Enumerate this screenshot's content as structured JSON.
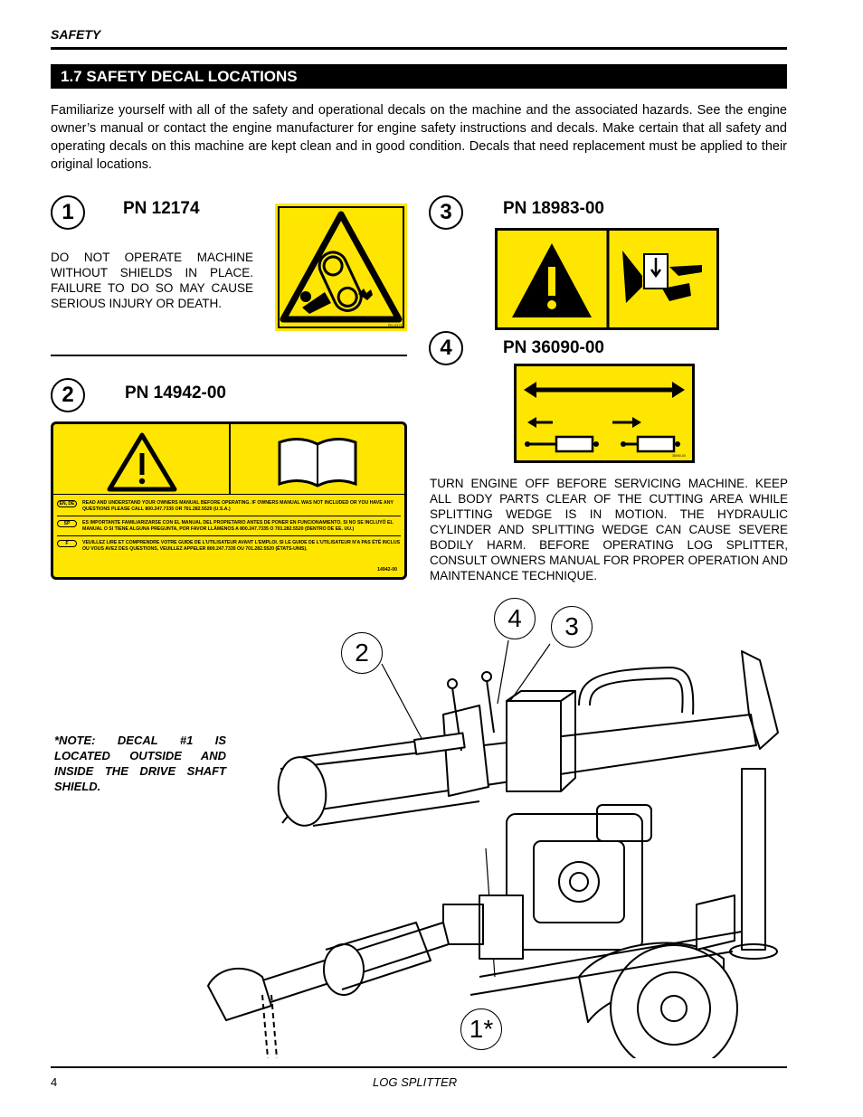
{
  "header": {
    "section_label": "SAFETY"
  },
  "section": {
    "title": "1.7   SAFETY DECAL LOCATIONS"
  },
  "intro": "Familiarize yourself with all of the safety and operational decals on the machine and the associated hazards.  See the engine owner’s manual or contact the engine manufacturer for engine safety instructions and decals.  Make certain that all safety and operating decals on this machine are kept clean and in good condition. Decals that need replacement must be applied to their original locations.",
  "decal1": {
    "num": "1",
    "pn": "PN 12174",
    "text": "DO NOT OPERATE MACHINE WITHOUT SHIELDS IN PLACE. FAILURE TO DO SO MAY CAUSE SERIOUS INJURY OR DEATH.",
    "tiny": "PN 12174"
  },
  "decal2": {
    "num": "2",
    "pn": "PN 14942-00",
    "rows": [
      {
        "code": "EN, DE",
        "text": "READ AND UNDERSTAND YOUR OWNERS MANUAL BEFORE OPERATING.  IF OWNERS MANUAL WAS NOT INCLUDED OR YOU HAVE ANY QUESTIONS PLEASE CALL 800.247.7335 OR 701.282.5520 (U.S.A.)"
      },
      {
        "code": "SP",
        "text": "ES IMPORTANTE FAMILIARIZARSE CON EL  MANUAL DEL PROPIETARIO  ANTES DE PONER EN FUNCIONAMIENTO. SI NO SE INCLUYÓ EL MANUAL O SI TIENE ALGUNA PREGUNTA, POR FAVOR LLÁMENOS A 800.247.7335 O 701.282.5520 (DENTRO DE EE. UU.)"
      },
      {
        "code": "F",
        "text": "VEUILLEZ LIRE ET COMPRENDRE VOTRE GUIDE DE L’UTILISATEUR AVANT L’EMPLOI. SI LE GUIDE DE L’UTILISATEUR N’A PAS ÉTÉ INCLUS OU VOUS AVEZ DES QUESTIONS, VEUILLEZ APPELER 800.247.7335 OU 701.282.5520 (ÉTATS-UNIS)."
      }
    ],
    "tiny": "14942-00"
  },
  "decal3": {
    "num": "3",
    "pn": "PN 18983-00"
  },
  "decal4": {
    "num": "4",
    "pn": "PN 36090-00",
    "tiny": "36090-00",
    "text": "TURN ENGINE OFF BEFORE SERVICING MACHINE. KEEP ALL BODY PARTS CLEAR OF THE CUTTING AREA WHILE SPLITTING WEDGE IS IN MOTION. THE HYDRAULIC CYLINDER AND SPLITTING WEDGE CAN CAUSE SEVERE BODILY HARM. BEFORE OPERATING LOG SPLITTER, CONSULT OWNERS MANUAL FOR PROPER OPERATION AND MAINTENANCE TECHNIQUE."
  },
  "note": "*NOTE: DECAL #1 IS LOCATED OUTSIDE AND INSIDE THE DRIVE SHAFT SHIELD.",
  "callouts": {
    "c2": "2",
    "c4": "4",
    "c3": "3",
    "c1": "1*"
  },
  "footer": {
    "page": "4",
    "title": "LOG SPLITTER"
  },
  "colors": {
    "decal_yellow": "#ffe600",
    "ink": "#000000"
  }
}
